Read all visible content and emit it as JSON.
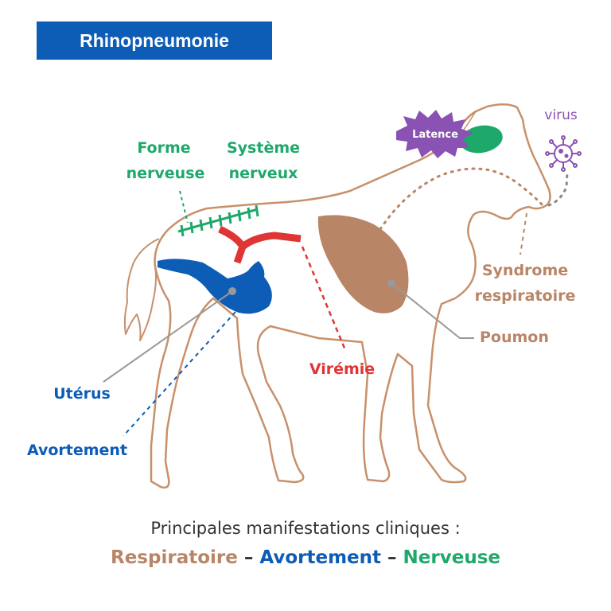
{
  "title": "Rhinopneumonie",
  "labels": {
    "latence": "Latence",
    "virus": "virus",
    "forme_nerveuse_1": "Forme",
    "forme_nerveuse_2": "nerveuse",
    "systeme_nerveux_1": "Système",
    "systeme_nerveux_2": "nerveux",
    "syndrome_1": "Syndrome",
    "syndrome_2": "respiratoire",
    "poumon": "Poumon",
    "viremie": "Virémie",
    "uterus": "Utérus",
    "avortement": "Avortement"
  },
  "caption": {
    "line1": "Principales manifestations cliniques :",
    "respiratoire": "Respiratoire",
    "sep1": " – ",
    "avortement": "Avortement",
    "sep2": " – ",
    "nerveuse": "Nerveuse"
  },
  "colors": {
    "banner": "#0d5cb6",
    "horse_outline": "#c8906b",
    "respiratory": "#b98567",
    "abortion": "#0d5cb6",
    "nervous": "#1ea86a",
    "viremia": "#e03535",
    "virus": "#8a52b3"
  },
  "icons": [
    "virus-icon",
    "latence-starburst-icon"
  ]
}
